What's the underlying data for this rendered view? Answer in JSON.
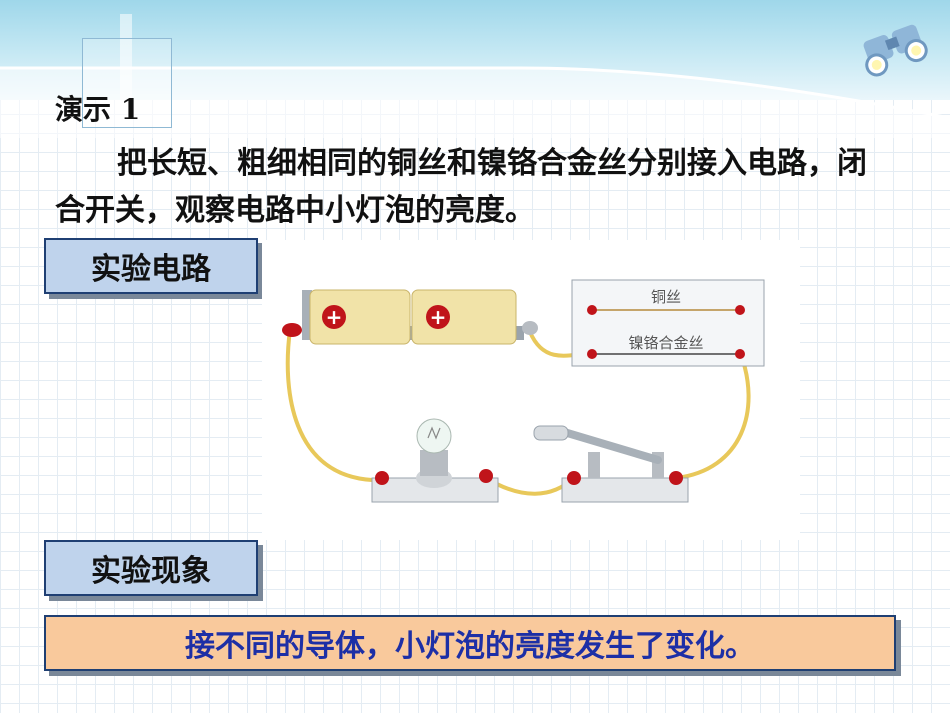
{
  "slide": {
    "title": "演示 1",
    "paragraph": "把长短、粗细相同的铜丝和镍铬合金丝分别接入电路，闭合开关，观察电路中小灯泡的亮度。",
    "label_circuit": "实验电路",
    "label_phenomenon": "实验现象",
    "result": "接不同的导体，小灯泡的亮度发生了变化。"
  },
  "circuit": {
    "battery_sign_1": "+",
    "battery_sign_2": "+",
    "wire_copper": "铜丝",
    "wire_nichrome": "镍铬合金丝"
  },
  "colors": {
    "header": "#9fd7ea",
    "label_bg": "#bfd3ec",
    "result_bg": "#f9c99c",
    "result_text": "#1d2fa6",
    "wire": "#e8c85a",
    "terminal": "#c0141a"
  },
  "icons": [
    "binoculars-icon"
  ]
}
